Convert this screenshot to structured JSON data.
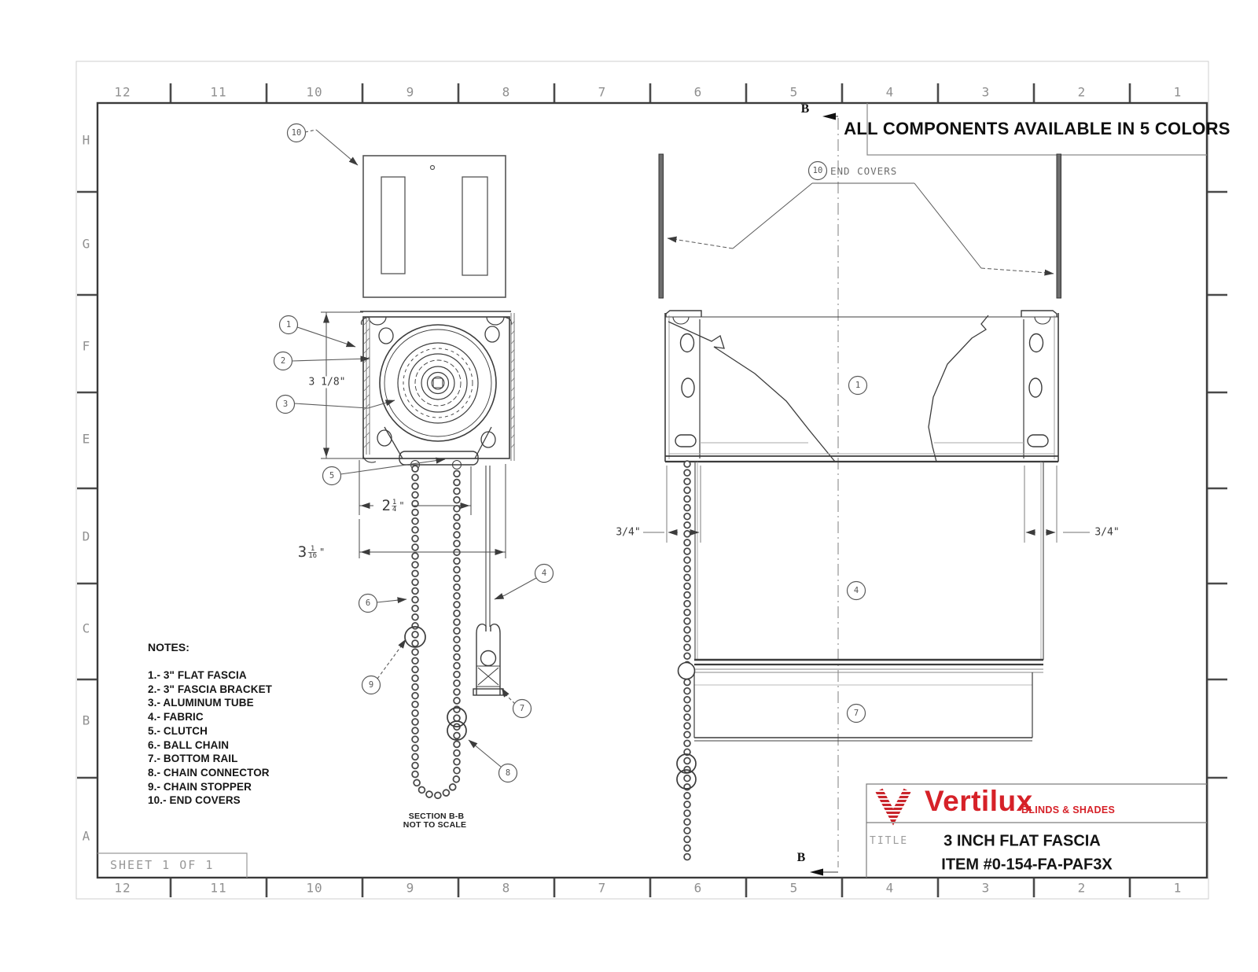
{
  "banner": {
    "text": "ALL COMPONENTS AVAILABLE IN 5 COLORS"
  },
  "rulers": {
    "columns": [
      "12",
      "11",
      "10",
      "9",
      "8",
      "7",
      "6",
      "5",
      "4",
      "3",
      "2",
      "1"
    ],
    "rows": [
      "H",
      "G",
      "F",
      "E",
      "D",
      "C",
      "B",
      "A"
    ]
  },
  "sheet": {
    "label": "SHEET 1 OF 1"
  },
  "section": {
    "marker": "B",
    "caption_line1": "SECTION B-B",
    "caption_line2": "NOT TO SCALE"
  },
  "callouts": {
    "end_covers": "END COVERS"
  },
  "notes": {
    "heading": "NOTES:",
    "items": [
      "1.- 3\" FLAT FASCIA",
      "2.- 3\" FASCIA BRACKET",
      "3.- ALUMINUM TUBE",
      "4.- FABRIC",
      "5.- CLUTCH",
      "6.- BALL CHAIN",
      "7.- BOTTOM RAIL",
      "8.- CHAIN CONNECTOR",
      "9.- CHAIN STOPPER",
      "10.- END COVERS"
    ]
  },
  "dimensions": {
    "clutch_height": "3 1/8\"",
    "clutch_width_whole": "2",
    "clutch_width_frac_num": "1",
    "clutch_width_frac_den": "4",
    "overall_whole": "3",
    "overall_frac_num": "1",
    "overall_frac_den": "16",
    "offset_left": "3/4\"",
    "offset_right": "3/4\"",
    "unit": "\""
  },
  "balloons": {
    "end_cover_top": "10",
    "fascia_section": "1",
    "bracket_section": "2",
    "tube_section": "3",
    "clutch_section": "5",
    "ball_chain": "6",
    "chain_stopper": "9",
    "fabric_section": "4",
    "bottom_rail_section": "7",
    "chain_connector": "8",
    "end_covers_front": "10",
    "fascia_front": "1",
    "fabric_front": "4",
    "bottom_rail_front": "7"
  },
  "title_block": {
    "brand": "Vertilux",
    "tagline": "BLINDS & SHADES",
    "title_label": "TITLE",
    "product_title": "3 INCH FLAT FASCIA",
    "item_number": "ITEM #0-154-FA-PAF3X",
    "brand_color": "#d62128"
  }
}
